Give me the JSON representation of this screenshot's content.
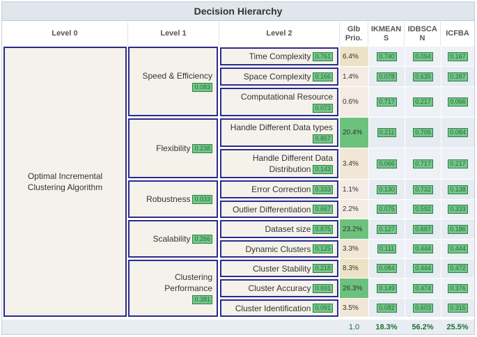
{
  "title": "Decision Hierarchy",
  "headers": {
    "level0": "Level 0",
    "level1": "Level 1",
    "level2": "Level 2",
    "glb": "Glb Prio.",
    "alt1": "IKMEAN S",
    "alt2": "IDBSCA N",
    "alt3": "ICFBA"
  },
  "level0": {
    "label": "Optimal Incremental Clustering Algorithm"
  },
  "level1": [
    {
      "label": "Speed & Efficiency",
      "weight": "0.083"
    },
    {
      "label": "Flexibility",
      "weight": "0.238"
    },
    {
      "label": "Robustness",
      "weight": "0.033"
    },
    {
      "label": "Scalability",
      "weight": "0.266"
    },
    {
      "label": "Clustering Performance",
      "weight": "0.381"
    }
  ],
  "level2": [
    {
      "label": "Time Complexity",
      "weight": "0.761",
      "glb": "6.4%",
      "ikmeans": "0.740",
      "idbscan": "0.094",
      "icfba": "0.167"
    },
    {
      "label": "Space Complexity",
      "weight": "0.166",
      "glb": "1.4%",
      "ikmeans": "0.078",
      "idbscan": "0.635",
      "icfba": "0.287"
    },
    {
      "label": "Computational Resource",
      "weight": "0.073",
      "glb": "0.6%",
      "ikmeans": "0.717",
      "idbscan": "0.217",
      "icfba": "0.066"
    },
    {
      "label": "Handle Different Data types",
      "weight": "0.857",
      "glb": "20.4%",
      "ikmeans": "0.211",
      "idbscan": "0.705",
      "icfba": "0.084"
    },
    {
      "label": "Handle Different Data Distribution",
      "weight": "0.143",
      "glb": "3.4%",
      "ikmeans": "0.066",
      "idbscan": "0.717",
      "icfba": "0.217"
    },
    {
      "label": "Error Correction",
      "weight": "0.333",
      "glb": "1.1%",
      "ikmeans": "0.130",
      "idbscan": "0.732",
      "icfba": "0.138"
    },
    {
      "label": "Outlier Differentiation",
      "weight": "0.667",
      "glb": "2.2%",
      "ikmeans": "0.075",
      "idbscan": "0.592",
      "icfba": "0.333"
    },
    {
      "label": "Dataset size",
      "weight": "0.875",
      "glb": "23.2%",
      "ikmeans": "0.127",
      "idbscan": "0.687",
      "icfba": "0.186"
    },
    {
      "label": "Dynamic Clusters",
      "weight": "0.125",
      "glb": "3.3%",
      "ikmeans": "0.111",
      "idbscan": "0.444",
      "icfba": "0.444"
    },
    {
      "label": "Cluster Stability",
      "weight": "0.218",
      "glb": "8.3%",
      "ikmeans": "0.084",
      "idbscan": "0.444",
      "icfba": "0.472"
    },
    {
      "label": "Cluster Accuracy",
      "weight": "0.691",
      "glb": "26.3%",
      "ikmeans": "0.149",
      "idbscan": "0.474",
      "icfba": "0.376"
    },
    {
      "label": "Cluster Identification",
      "weight": "0.091",
      "glb": "3.5%",
      "ikmeans": "0.082",
      "idbscan": "0.603",
      "icfba": "0.315"
    }
  ],
  "totals": {
    "glb": "1.0",
    "ikmeans": "18.3%",
    "idbscan": "56.2%",
    "icfba": "25.5%"
  },
  "colors": {
    "node_border": "#2a2b8c",
    "node_fill": "#f4f2ea",
    "badge": "#74c68a",
    "high_prio": "#6cc27d",
    "mid_prio": "#ece3c7",
    "low_prio": "#f3e5dc",
    "alt_cell": "#eaeef4"
  }
}
